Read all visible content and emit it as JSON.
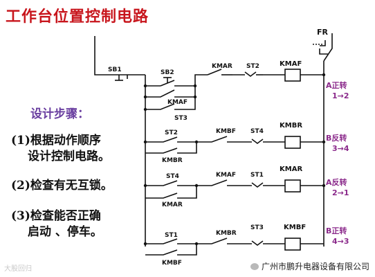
{
  "title": "工作台位置控制电路",
  "steps": {
    "heading": "设计步骤：",
    "items": [
      {
        "line1": "(1)根据动作顺序",
        "line2": "设计控制电路。"
      },
      {
        "line1": "(2)检查有无互锁。"
      },
      {
        "line1": "(3)检查能否正确",
        "line2": "启动 、停车。"
      }
    ]
  },
  "circuit": {
    "fr": "FR",
    "sb1": "SB1",
    "sb2": "SB2",
    "branches": [
      {
        "latch": "KMAF",
        "switch": "ST3",
        "interlock": "KMAR",
        "limit": "ST2",
        "coil": "KMAF",
        "motion_line1": "A正转",
        "motion_line2": "1→2"
      },
      {
        "latch": "KMBR",
        "switch": "ST2",
        "interlock": "KMBF",
        "limit": "ST4",
        "coil": "KMBR",
        "motion_line1": "B反转",
        "motion_line2": "3→4"
      },
      {
        "latch": "KMAR",
        "switch": "ST4",
        "interlock": "KMAF",
        "limit": "ST1",
        "coil": "KMAR",
        "motion_line1": "A反转",
        "motion_line2": "2→1"
      },
      {
        "latch": "KMBF",
        "switch": "ST1",
        "interlock": "KMBR",
        "limit": "ST3",
        "coil": "KMBF",
        "motion_line1": "B正转",
        "motion_line2": "4→3"
      }
    ]
  },
  "footer": {
    "watermark": "大股回归",
    "company": "广州市鹏升电器设备有限公司"
  },
  "colors": {
    "title": "#c8161d",
    "steps_heading": "#6a3fa0",
    "motion_label": "#8b2a8b",
    "wire": "#111111"
  }
}
